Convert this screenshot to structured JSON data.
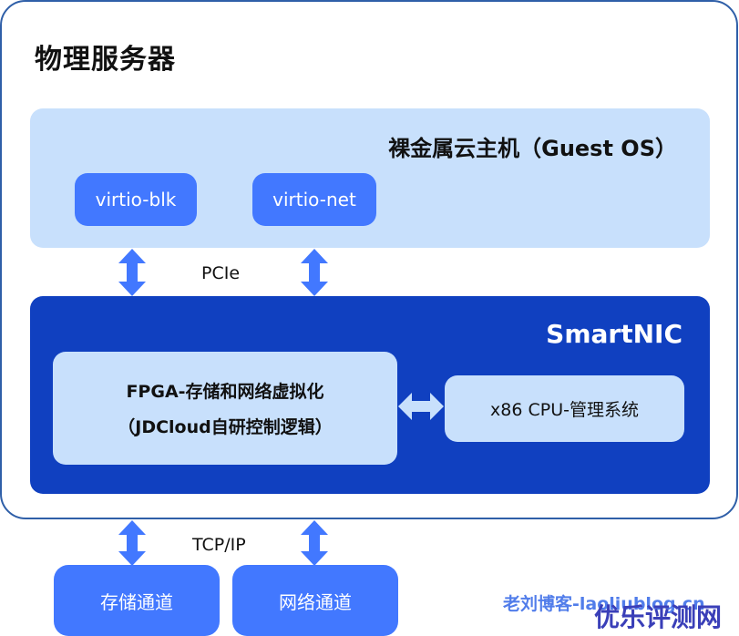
{
  "server": {
    "title": "物理服务器"
  },
  "guest_os": {
    "title": "裸金属云主机（Guest OS）",
    "devices": [
      "virtio-blk",
      "virtio-net"
    ]
  },
  "links": {
    "pcie": "PCIe",
    "tcpip": "TCP/IP"
  },
  "smartnic": {
    "title": "SmartNIC",
    "fpga_line1": "FPGA-存储和网络虚拟化",
    "fpga_line2": "（JDCloud自研控制逻辑）",
    "cpu": "x86 CPU-管理系统"
  },
  "channels": [
    "存储通道",
    "网络通道"
  ],
  "watermark": {
    "text1": "老刘博客-laoliublog.cn",
    "text2": "优乐评测网"
  },
  "colors": {
    "server_border": "#2f5fa8",
    "guest_bg": "#c8e0fc",
    "chip_blue": "#4278ff",
    "nic_bg": "#1040c0",
    "arrow_blue": "#4278ff",
    "arrow_light": "#c8e0fc"
  }
}
